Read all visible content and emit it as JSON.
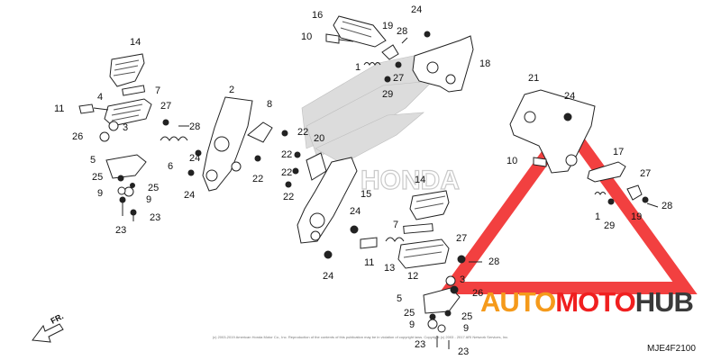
{
  "watermark": {
    "brand_part1": "AUTO",
    "brand_part2": "MOTO",
    "brand_part3": "HUB",
    "color_orange": "#f59a1b",
    "color_red": "#f01f1f",
    "color_dark": "#3a3a3a"
  },
  "background_logo_text": "HONDA",
  "direction_label": "FR.",
  "diagram_code": "MJE4F2100",
  "footer_text": "(c) 2003-2019 American Honda Motor Co., Inc. Reproduction of the contents of this publication may be in violation of copyright laws. Copyright (c) 2003 - 2017 ARI Network Services, Inc.",
  "part_labels": [
    "1",
    "2",
    "3",
    "4",
    "5",
    "6",
    "7",
    "8",
    "9",
    "10",
    "11",
    "12",
    "13",
    "14",
    "15",
    "16",
    "17",
    "18",
    "19",
    "20",
    "21",
    "22",
    "23",
    "24",
    "25",
    "26",
    "27",
    "28",
    "29"
  ]
}
